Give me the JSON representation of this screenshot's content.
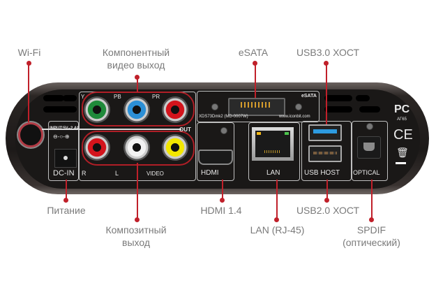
{
  "callouts": {
    "wifi": "Wi-Fi",
    "component_line1": "Компонентный",
    "component_line2": "видео выход",
    "esata": "eSATA",
    "usb3": "USB3.0 ХОСТ",
    "power": "Питание",
    "composite_line1": "Композитный",
    "composite_line2": "выход",
    "hdmi": "HDMI 1.4",
    "lan": "LAN (RJ-45)",
    "usb2": "USB2.0 ХОСТ",
    "spdif_line1": "SPDIF",
    "spdif_line2": "(оптический)"
  },
  "panel": {
    "power_input": "INPUT:5V–2.4A",
    "polarity": "⊖-○-⊕",
    "dc_in": "DC-IN",
    "component_labels": [
      "Y",
      "PB",
      "PR"
    ],
    "out": "OUT",
    "composite_labels": [
      "R",
      "L",
      "VIDEO"
    ],
    "esata_label": "eSATA",
    "model": "XDS73Dmk2 (MD-0007W)",
    "website": "www.iconbit.com",
    "hdmi": "HDMI",
    "lan": "LAN",
    "usb_host": "USB HOST",
    "optical": "OPTICAL",
    "cert_code": "АГ65",
    "ce_mark": "CE"
  },
  "colors": {
    "accent": "#c0202a",
    "label_text": "#7a7a7a",
    "rca_green": "#1f8a3a",
    "rca_blue": "#2b8fd6",
    "rca_red": "#d3141c",
    "rca_white": "#f2f2f2",
    "rca_yellow": "#f2e600",
    "usb3_blue": "#2d9be0"
  }
}
